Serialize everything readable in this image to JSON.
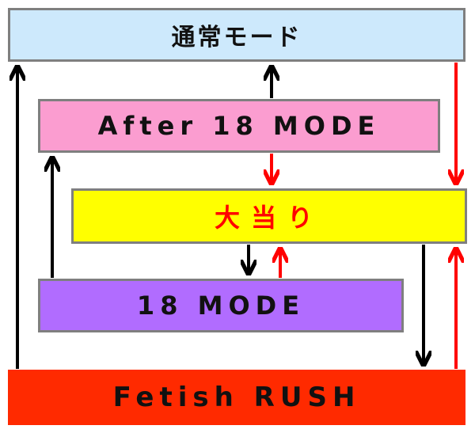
{
  "colors": {
    "normal_fill": "#cde9fc",
    "after18_fill": "#fb9dd0",
    "jackpot_fill": "#ffff00",
    "jackpot_text": "#ff0000",
    "mode18_fill": "#b16cff",
    "rush_fill": "#ff2a00",
    "arrow_black": "#000000",
    "arrow_red": "#ff0000"
  },
  "nodes": {
    "normal_mode": {
      "label": "通常モード"
    },
    "after18_mode": {
      "label": "After 18 MODE"
    },
    "jackpot": {
      "label": "大当り"
    },
    "mode18": {
      "label": "18 MODE"
    },
    "fetish_rush": {
      "label": "Fetish RUSH"
    }
  },
  "edges": [
    {
      "from": "after18_mode",
      "to": "normal_mode",
      "color": "black"
    },
    {
      "from": "after18_mode",
      "to": "jackpot",
      "color": "red"
    },
    {
      "from": "normal_mode",
      "to": "jackpot",
      "color": "red"
    },
    {
      "from": "fetish_rush",
      "to": "normal_mode",
      "color": "black"
    },
    {
      "from": "mode18",
      "to": "after18_mode",
      "color": "black"
    },
    {
      "from": "jackpot",
      "to": "mode18",
      "color": "black"
    },
    {
      "from": "mode18",
      "to": "jackpot",
      "color": "red"
    },
    {
      "from": "jackpot",
      "to": "fetish_rush",
      "color": "black"
    },
    {
      "from": "fetish_rush",
      "to": "jackpot",
      "color": "red"
    }
  ]
}
